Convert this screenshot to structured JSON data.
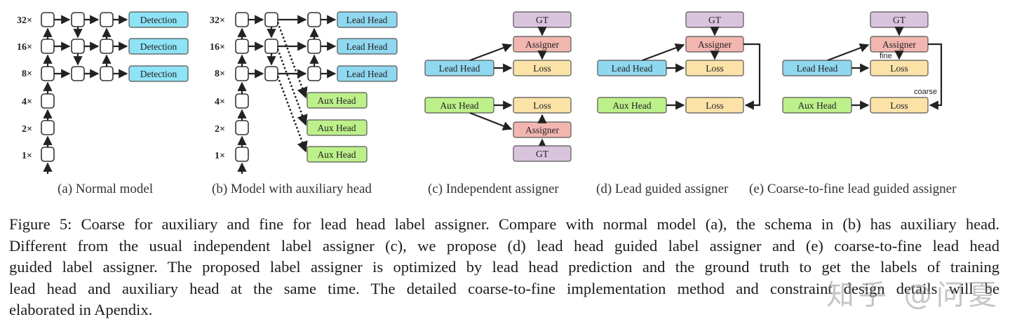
{
  "scales": [
    "32×",
    "16×",
    "8×",
    "4×",
    "2×",
    "1×"
  ],
  "panel_a": {
    "heads": [
      "Detection",
      "Detection",
      "Detection"
    ],
    "caption": "(a) Normal model"
  },
  "panel_b": {
    "lead_heads": [
      "Lead Head",
      "Lead Head",
      "Lead Head"
    ],
    "aux_heads": [
      "Aux Head",
      "Aux Head",
      "Aux Head"
    ],
    "caption": "(b) Model with auxiliary head"
  },
  "panel_c": {
    "gt_top": "GT",
    "assigner_top": "Assigner",
    "lead_head": "Lead Head",
    "loss_top": "Loss",
    "aux_head": "Aux Head",
    "loss_bottom": "Loss",
    "assigner_bottom": "Assigner",
    "gt_bottom": "GT",
    "caption": "(c) Independent assigner"
  },
  "panel_d": {
    "gt": "GT",
    "assigner": "Assigner",
    "lead_head": "Lead Head",
    "loss_top": "Loss",
    "aux_head": "Aux Head",
    "loss_bottom": "Loss",
    "caption": "(d) Lead guided assigner"
  },
  "panel_e": {
    "gt": "GT",
    "assigner": "Assigner",
    "lead_head": "Lead Head",
    "loss_top": "Loss",
    "aux_head": "Aux Head",
    "loss_bottom": "Loss",
    "fine_label": "fine",
    "coarse_label": "coarse",
    "caption": "(e) Coarse-to-fine lead guided assigner"
  },
  "caption_lines": [
    "Figure 5: Coarse for auxiliary and fine for lead head label assigner. Compare with normal model (a), the schema in (b) has auxiliary head.",
    "Different from the usual independent label assigner (c), we propose (d) lead head guided label assigner and (e) coarse-to-fine lead head",
    "guided label assigner. The proposed label assigner is optimized by lead head prediction and the ground truth to get the labels of training",
    "lead head and auxiliary head at the same time.  The detailed coarse-to-fine implementation method and constraint design details will be",
    "elaborated in Apendix."
  ],
  "watermark": "知乎 @问夏",
  "colors": {
    "detection": "#8ee3f5",
    "lead": "#8fd8f0",
    "aux": "#bdf08a",
    "gt": "#d9c4de",
    "assigner": "#f2b6b0",
    "loss": "#fbe3a8",
    "stroke": "#333333"
  }
}
